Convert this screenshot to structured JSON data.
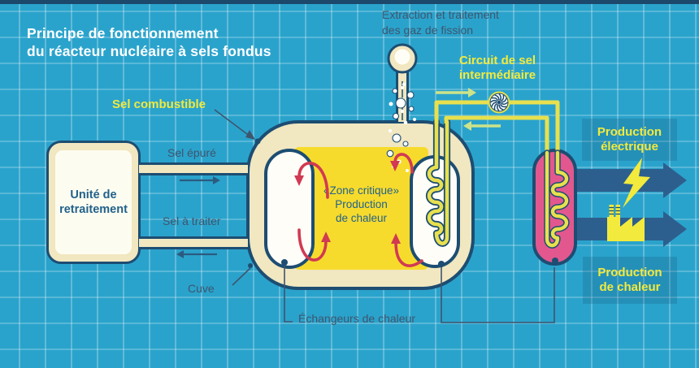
{
  "title": {
    "line1": "Principe de fonctionnement",
    "line2": "du réacteur nucléaire à sels fondus"
  },
  "labels": {
    "sel_combustible": "Sel combustible",
    "extraction_line1": "Extraction et traitement",
    "extraction_line2": "des gaz de fission",
    "circuit_line1": "Circuit de sel",
    "circuit_line2": "intermédiaire",
    "sel_epure": "Sel épuré",
    "sel_a_traiter": "Sel à traiter",
    "unite_line1": "Unité de",
    "unite_line2": "retraitement",
    "zone_line1": "«Zone critique»",
    "zone_line2": "Production",
    "zone_line3": "de chaleur",
    "cuve": "Cuve",
    "echangeurs": "Échangeurs de chaleur",
    "prod_elec_line1": "Production",
    "prod_elec_line2": "électrique",
    "prod_chaleur_line1": "Production",
    "prod_chaleur_line2": "de chaleur"
  },
  "icons": {
    "pump": "pump-turbine-icon",
    "lightning": "lightning-bolt-icon",
    "factory": "factory-icon",
    "bulb": "gas-extraction-bulb-icon"
  },
  "colors": {
    "bg": "#2aa3cc",
    "navy": "#1d4d72",
    "steel": "#2d5f8e",
    "cream": "#f1e7c0",
    "cream-light": "#fdfcf0",
    "core-yellow": "#f7db2c",
    "pipe-yellow": "#e8e04e",
    "label-yellow": "#f2ea3d",
    "pink": "#e2588e",
    "red": "#d13a52",
    "green-arrow": "#cde389",
    "gray-label": "#3e556e",
    "text-navy": "#21618c",
    "panel": "rgba(16,76,115,0.22)",
    "top-strip": "#1b486b"
  }
}
